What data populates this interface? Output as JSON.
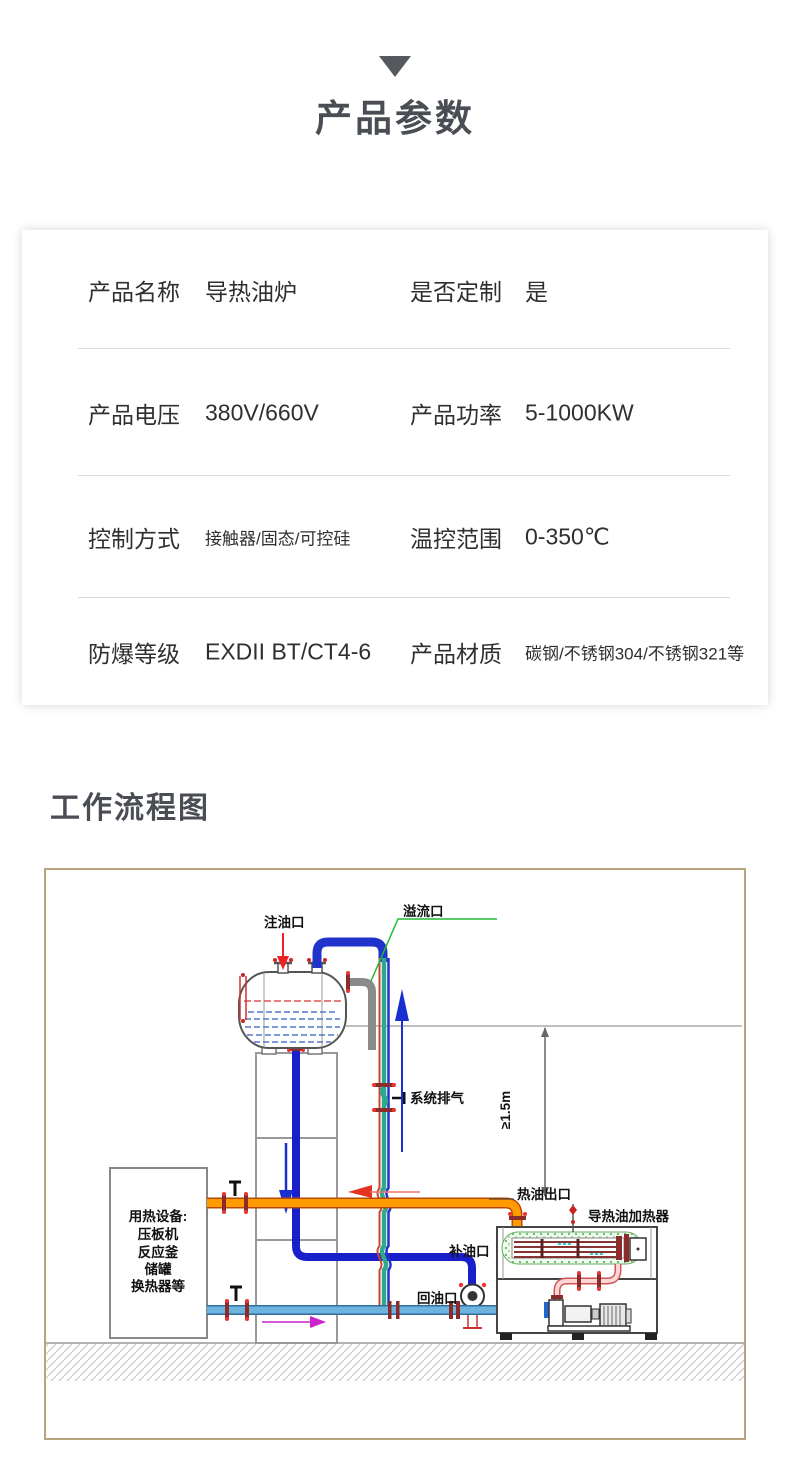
{
  "colors": {
    "title_text": "#4a4e54",
    "table_text": "#2f2f2f",
    "divider": "#d9d9d9",
    "diagram_border": "#b5a47c",
    "pipe_hot_oil": "#ff9a00",
    "pipe_return": "#6db3dd",
    "pipe_expansion_blue": "#1a1fcc",
    "pipe_riser_teal": "#2fa98c",
    "pipe_overflow_gray": "#8a8a8a",
    "arrow_red": "#e33320",
    "arrow_blue": "#1a2fd0",
    "arrow_magenta": "#cc22cc",
    "leader_green": "#22bb33"
  },
  "section_params": {
    "title": "产品参数"
  },
  "params_table": {
    "rows": [
      {
        "label1": "产品名称",
        "value1": "导热油炉",
        "label2": "是否定制",
        "value2": "是"
      },
      {
        "label1": "产品电压",
        "value1": "380V/660V",
        "label2": "产品功率",
        "value2": "5-1000KW"
      },
      {
        "label1": "控制方式",
        "value1": "接触器/固态/可控硅",
        "label2": "温控范围",
        "value2": "0-350℃"
      },
      {
        "label1": "防爆等级",
        "value1": "EXDII BT/CT4-6",
        "label2": "产品材质",
        "value2": "碳钢/不锈钢304/不锈钢321等"
      }
    ]
  },
  "section_flow": {
    "title": "工作流程图"
  },
  "diagram": {
    "labels": {
      "fill_port": "注油口",
      "overflow_port": "溢流口",
      "system_vent": "系统排气",
      "height_dim": "≥1.5m",
      "hot_oil_outlet": "热油出口",
      "heater": "导热油加热器",
      "makeup_port": "补油口",
      "return_port": "回油口",
      "equipment_line1": "用热设备:",
      "equipment_line2": "压板机",
      "equipment_line3": "反应釜",
      "equipment_line4": "储罐",
      "equipment_line5": "换热器等"
    }
  }
}
